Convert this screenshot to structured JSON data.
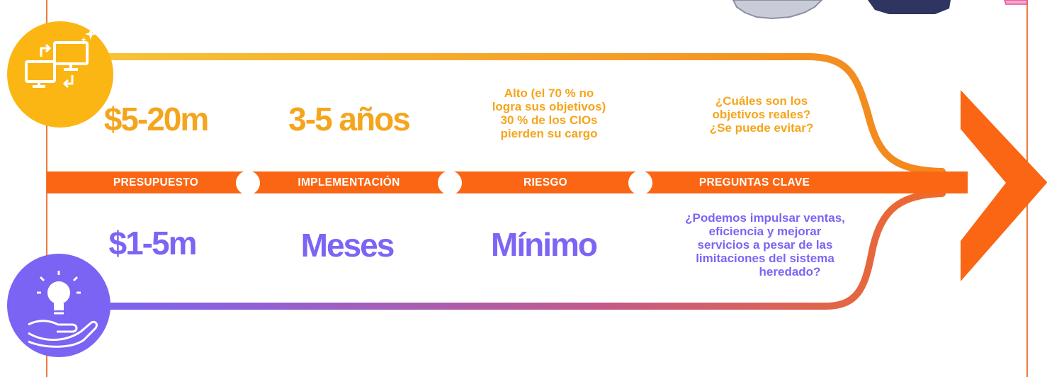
{
  "colors": {
    "orange_accent": "#f5a51c",
    "purple_accent": "#7c64f5",
    "band": "#fa6613",
    "frame": "#f07a3c"
  },
  "icons": {
    "top": "computer-migration-icon",
    "bottom": "lightbulb-in-hand-icon"
  },
  "columns": [
    {
      "label": "PRESUPUESTO",
      "top": "$5-20m",
      "bottom": "$1-5m"
    },
    {
      "label": "IMPLEMENTACIÓN",
      "top": "3-5 años",
      "bottom": "Meses"
    },
    {
      "label": "RIESGO",
      "top_lines": [
        "Alto (el 70 % no",
        "logra sus objetivos)",
        "30 % de los CIOs",
        "pierden su cargo"
      ],
      "bottom": "Mínimo"
    },
    {
      "label": "PREGUNTAS CLAVE",
      "top_lines": [
        "¿Cuáles son los",
        "objetivos reales?",
        "¿Se puede evitar?"
      ],
      "bottom_lines": [
        "¿Podemos impulsar ventas,",
        "eficiencia y mejorar",
        "servicios a pesar de las",
        "limitaciones del sistema",
        "heredado?"
      ]
    }
  ]
}
